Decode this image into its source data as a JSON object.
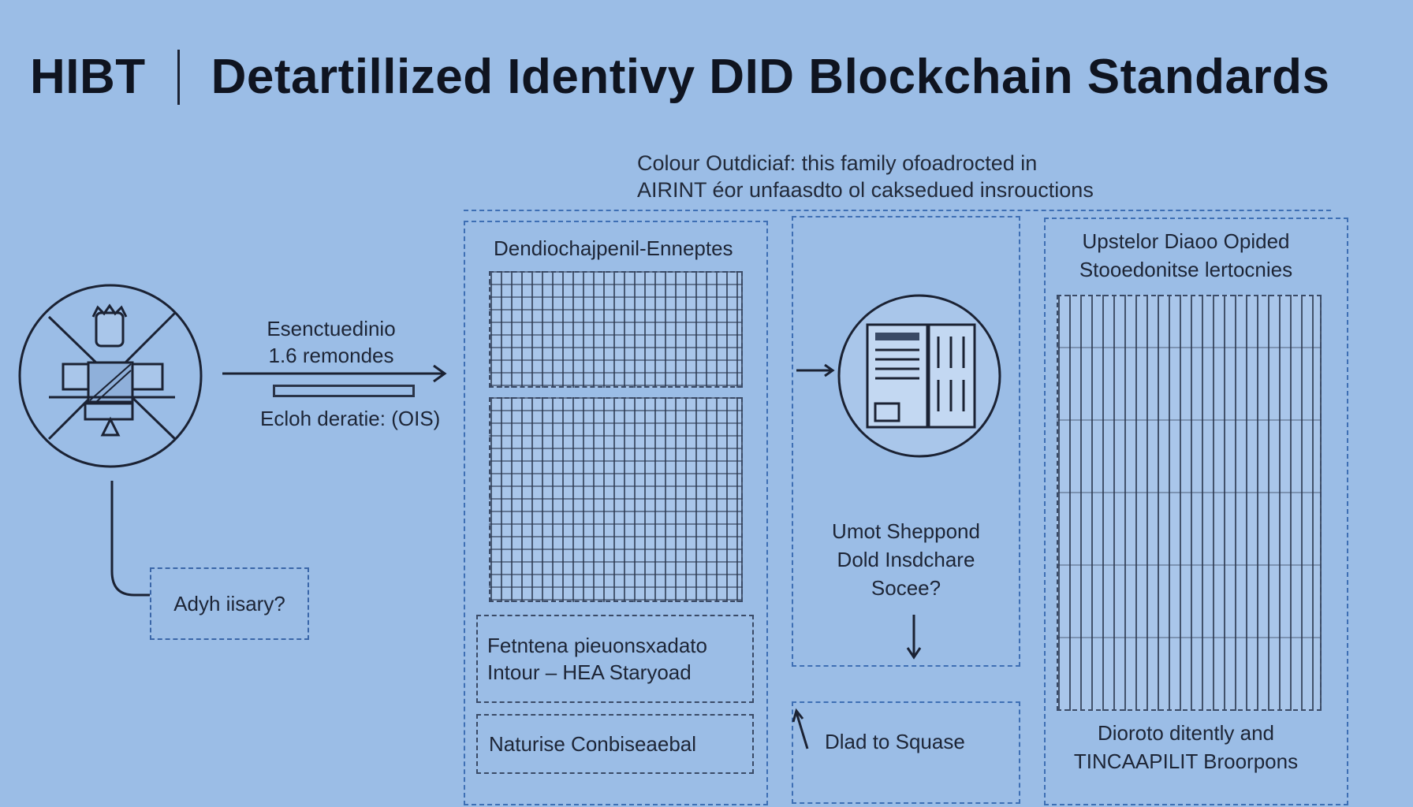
{
  "header": {
    "brand": "HIBT",
    "title": "Detartillized Identivy DID Blockchain Standards"
  },
  "top_note": {
    "line1": "Colour Outdiciaf: this family ofoadrocted in",
    "line2": "AIRINT éor unfaasdto ol caksedued insrouctions"
  },
  "left": {
    "arrow_label1": "Esenctuedinio",
    "arrow_label2": "1.6 remondes",
    "arrow_caption": "Ecloh deratie: (OIS)",
    "query_box": "Adyh iisary?"
  },
  "col1": {
    "heading": "Dendiochajpenil-Enneptes",
    "text_box_line1": "Fetntena pieuonsxadato",
    "text_box_line2": "Intour – HEA Staryoad",
    "footer_box": "Naturise Conbiseaebal"
  },
  "col2": {
    "question_line1": "Umot Sheppond",
    "question_line2": "Dold Insdchare",
    "question_line3": "Socee?",
    "footer": "Dlad to Squase"
  },
  "col3": {
    "heading_line1": "Upstelor Diaoo Opided",
    "heading_line2": "Stooedonitse lertocnies",
    "footer_line1": "Dioroto ditently and",
    "footer_line2": "TINCAAPILIT Broorpons"
  }
}
